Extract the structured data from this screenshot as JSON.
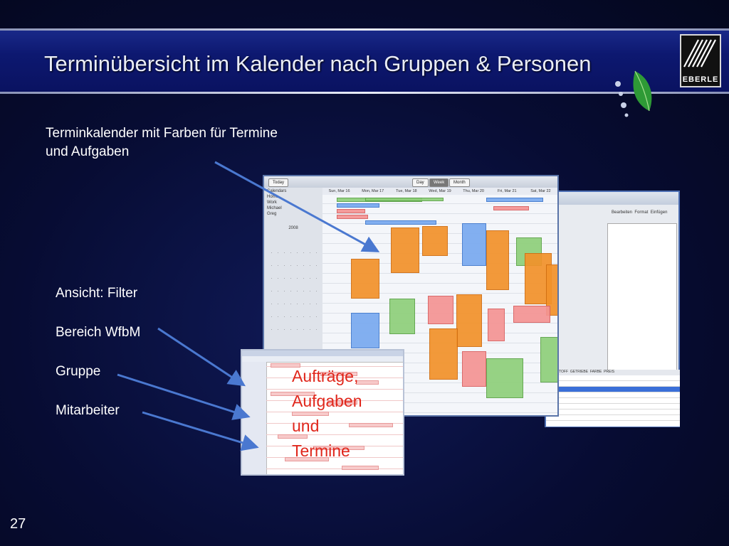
{
  "slide": {
    "title": "Terminübersicht im Kalender nach Gruppen & Personen",
    "logo_text": "EBERLE",
    "caption_top": "Terminkalender mit Farben für Termine und Aufgaben",
    "labels": [
      "Ansicht: Filter",
      "Bereich WfbM",
      "Gruppe",
      "Mitarbeiter"
    ],
    "overlay": [
      "Aufträge,",
      "Aufgaben",
      "und",
      "Termine"
    ],
    "page_number": "27",
    "accent_arrow": "#4a78d0",
    "overlay_color": "#e0261b"
  },
  "calendar": {
    "toolbar": {
      "today": "Today",
      "day": "Day",
      "week": "Week",
      "month": "Month"
    },
    "sidebar": {
      "section": "Calendars",
      "items": [
        "Home",
        "Work",
        "Michael",
        "Greg"
      ],
      "month_label": "2008"
    },
    "days": [
      "Sun, Mar 16",
      "Mon, Mar 17",
      "Tue, Mar 18",
      "Wed, Mar 19",
      "Thu, Mar 20",
      "Fri, Mar 21",
      "Sat, Mar 22"
    ]
  },
  "second_window": {
    "menu": [
      "Bearbeiten",
      "Format",
      "Einfügen"
    ],
    "columns": [
      "TREIBSTOFF",
      "GETRIEBE",
      "FARBE",
      "PREIS"
    ]
  }
}
